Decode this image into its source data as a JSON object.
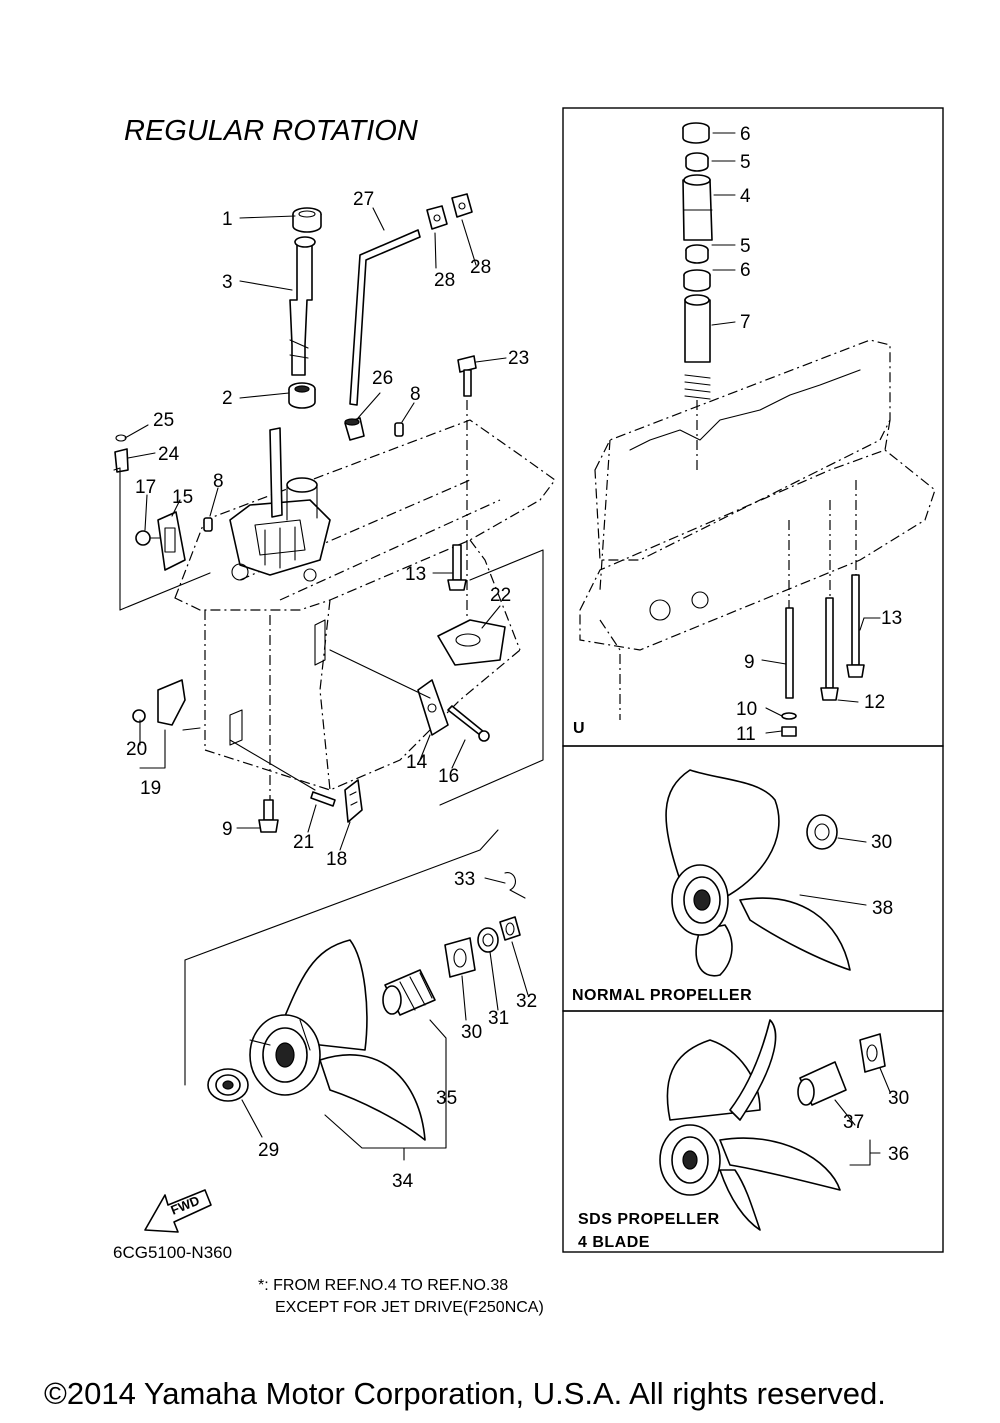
{
  "title": "REGULAR ROTATION",
  "diagram_code": "6CG5100-N360",
  "note_lines": [
    "*: FROM REF.NO.4 TO REF.NO.38",
    "EXCEPT FOR JET DRIVE(F250NCA)"
  ],
  "copyright": "©2014 Yamaha Motor Corporation, U.S.A. All rights reserved.",
  "fwd_label": "FWD",
  "inset_u_label": "U",
  "inset_normal": {
    "caption": "NORMAL PROPELLER"
  },
  "inset_sds": {
    "caption_line1": "SDS PROPELLER",
    "caption_line2": "4 BLADE"
  },
  "callouts": {
    "c1": "1",
    "c2": "2",
    "c3": "3",
    "c8a": "8",
    "c8b": "8",
    "c9": "9",
    "c13": "13",
    "c14": "14",
    "c15": "15",
    "c16": "16",
    "c17": "17",
    "c18": "18",
    "c19": "19",
    "c20": "20",
    "c21": "21",
    "c22": "22",
    "c23": "23",
    "c24": "24",
    "c25": "25",
    "c26": "26",
    "c27": "27",
    "c28a": "28",
    "c28b": "28",
    "c29": "29",
    "c30": "30",
    "c31": "31",
    "c32": "32",
    "c33": "33",
    "c34": "34",
    "c35": "35",
    "u4": "4",
    "u5a": "5",
    "u5b": "5",
    "u6a": "6",
    "u6b": "6",
    "u7": "7",
    "u9": "9",
    "u10": "10",
    "u11": "11",
    "u12": "12",
    "u13": "13",
    "n30": "30",
    "n38": "38",
    "s30": "30",
    "s36": "36",
    "s37": "37"
  },
  "icons": {
    "fwd_arrow": "fwd-arrow-icon"
  }
}
